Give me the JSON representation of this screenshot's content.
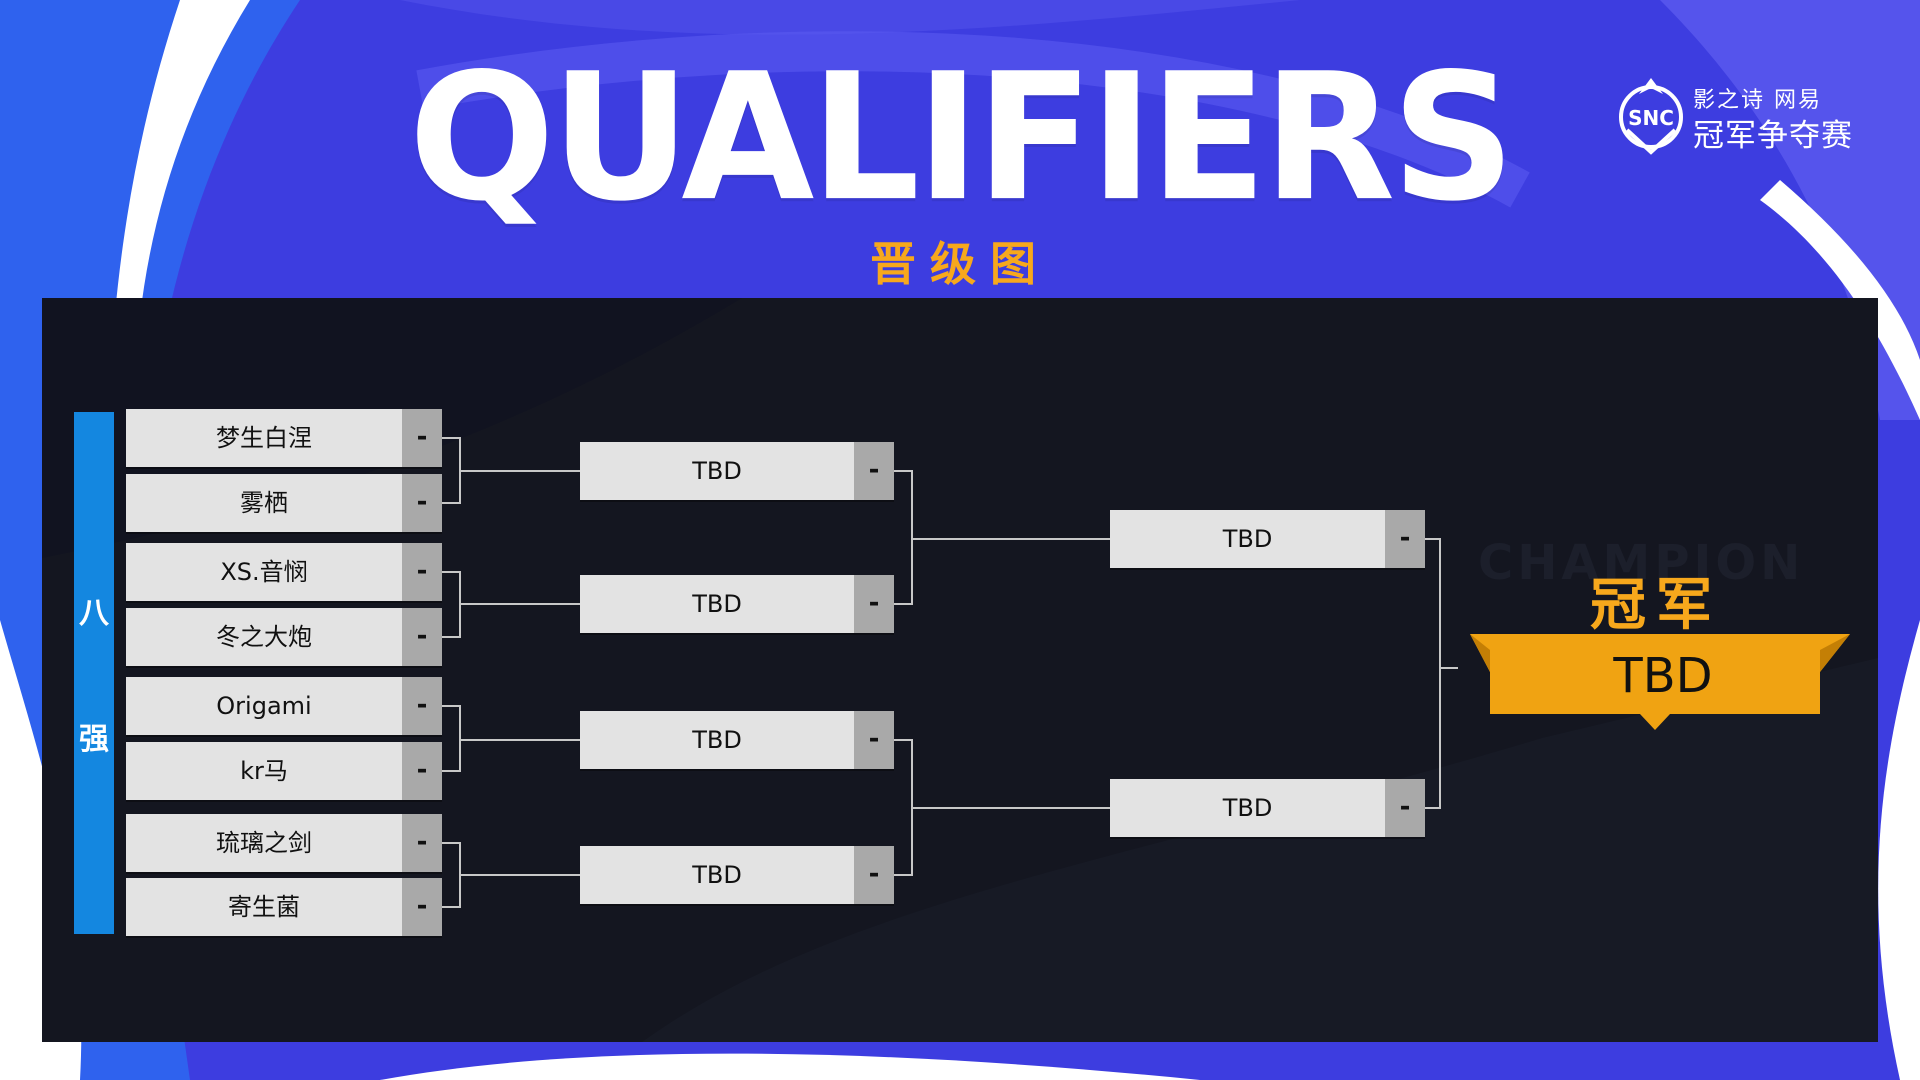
{
  "header": {
    "title": "QUALIFIERS",
    "subtitle": "晋级图"
  },
  "logo": {
    "line1": "影之诗 网易",
    "line2": "冠军争夺赛",
    "emblem_text": "SNC"
  },
  "stage": {
    "label_chars": [
      "八",
      "强"
    ]
  },
  "round1": [
    {
      "name": "梦生白涅",
      "score": "-"
    },
    {
      "name": "雾栖",
      "score": "-"
    },
    {
      "name": "XS.音悯",
      "score": "-"
    },
    {
      "name": "冬之大炮",
      "score": "-"
    },
    {
      "name": "Origami",
      "score": "-"
    },
    {
      "name": "kr马",
      "score": "-"
    },
    {
      "name": "琉璃之剑",
      "score": "-"
    },
    {
      "name": "寄生菌",
      "score": "-"
    }
  ],
  "round2": [
    {
      "name": "TBD",
      "score": "-"
    },
    {
      "name": "TBD",
      "score": "-"
    },
    {
      "name": "TBD",
      "score": "-"
    },
    {
      "name": "TBD",
      "score": "-"
    }
  ],
  "round3": [
    {
      "name": "TBD",
      "score": "-"
    },
    {
      "name": "TBD",
      "score": "-"
    }
  ],
  "champion": {
    "ghost_text": "CHAMPION",
    "label": "冠军",
    "name": "TBD"
  },
  "colors": {
    "background_blue": "#3f3fe0",
    "panel": "#141620",
    "accent_gold": "#f7a81c",
    "stage_blue": "#1487e0",
    "slot_fill": "#e3e3e3",
    "score_fill": "#a9a9a9"
  }
}
